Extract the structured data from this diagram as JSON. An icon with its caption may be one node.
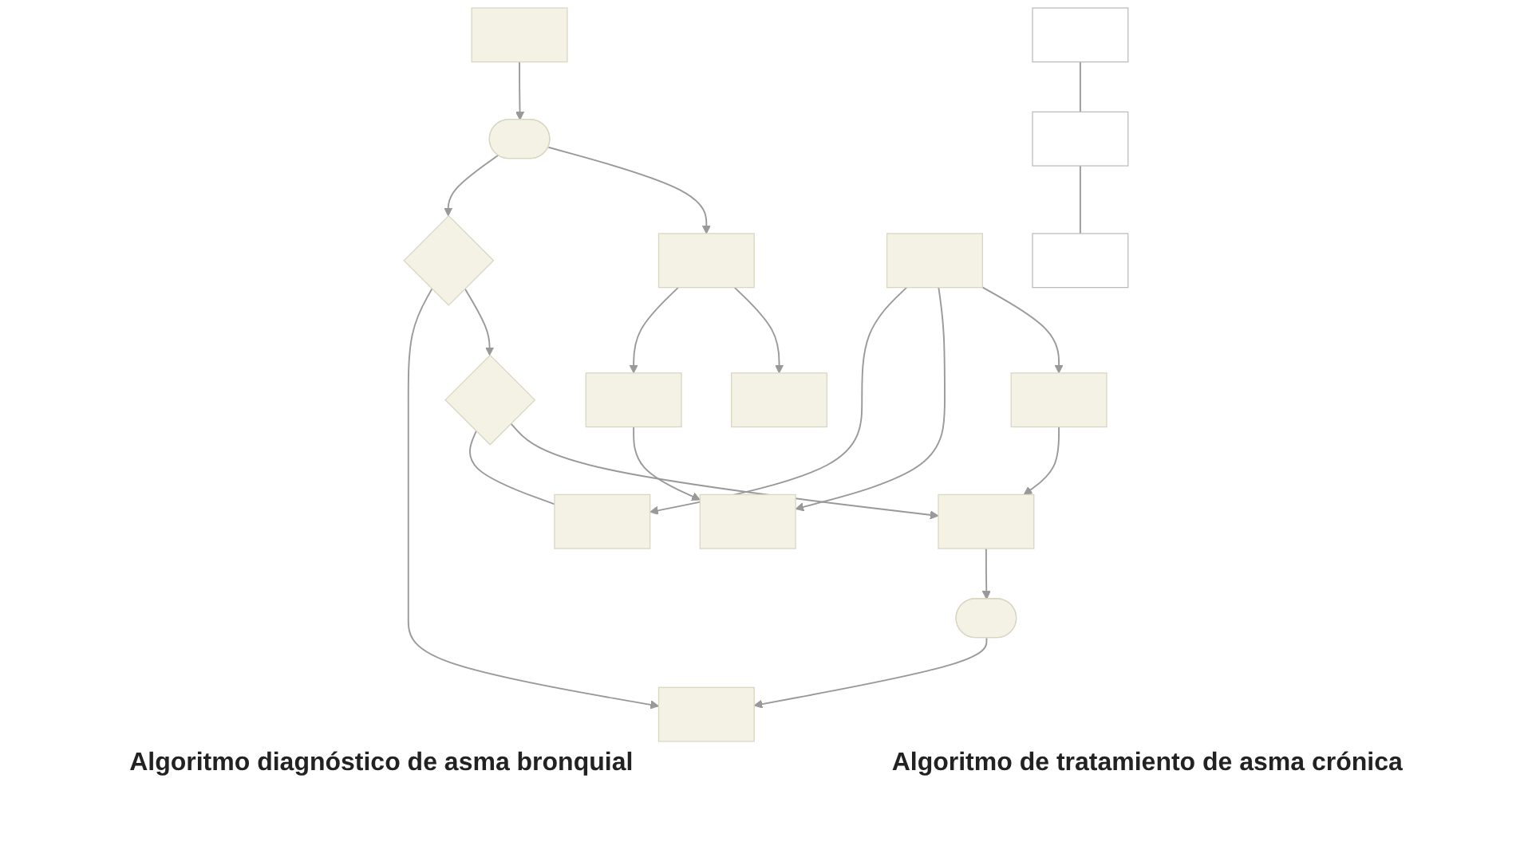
{
  "diagram": {
    "nodes": [
      {
        "text": [],
        "shape": "box"
      },
      {
        "text": [],
        "shape": "ellipse"
      },
      {
        "text": [],
        "shape": "diamond"
      },
      {
        "text": [],
        "shape": "box"
      },
      {
        "text": [],
        "shape": "box"
      },
      {
        "text": [],
        "shape": "diamond"
      },
      {
        "text": [],
        "shape": "box"
      },
      {
        "text": [],
        "shape": "box"
      },
      {
        "text": [],
        "shape": "box"
      },
      {
        "text": [],
        "shape": "ellipse"
      },
      {
        "text": [],
        "shape": "box"
      },
      {
        "text": [],
        "shape": "box"
      },
      {
        "text": [],
        "shape": "box"
      },
      {
        "text": [],
        "shape": "box"
      },
      {
        "text": [],
        "shape": "box"
      },
      {
        "text": [],
        "shape": "box"
      },
      {
        "text": [],
        "shape": "box"
      }
    ],
    "edges": [
      {
        "from": 0,
        "to": 1,
        "arrow": "to"
      },
      {
        "from": 1,
        "to": 2,
        "arrow": "to"
      },
      {
        "from": 1,
        "to": 3,
        "arrow": "to"
      },
      {
        "from": 2,
        "to": 4,
        "arrow": "to"
      },
      {
        "from": 2,
        "to": 5,
        "arrow": "to"
      },
      {
        "from": 3,
        "to": 6,
        "arrow": "to"
      },
      {
        "from": 6,
        "to": 8,
        "arrow": "to"
      },
      {
        "from": 5,
        "to": 7,
        "arrow": "none"
      },
      {
        "from": 12,
        "to": 7,
        "arrow": "to"
      },
      {
        "from": 12,
        "to": 8,
        "arrow": "to"
      },
      {
        "from": 5,
        "to": 10,
        "arrow": "to"
      },
      {
        "from": 11,
        "to": 10,
        "arrow": "to"
      },
      {
        "from": 10,
        "to": 9,
        "arrow": "to"
      },
      {
        "from": 9,
        "to": 4,
        "arrow": "to"
      },
      {
        "from": 12,
        "to": 11,
        "arrow": "to"
      },
      {
        "from": 3,
        "to": 13,
        "arrow": "to"
      },
      {
        "from": 14,
        "to": 15,
        "arrow": "none"
      },
      {
        "from": 15,
        "to": 16,
        "arrow": "none"
      }
    ],
    "labels": [
      "Algoritmo diagnóstico de asma bronquial",
      "Algoritmo de tratamiento de asma crónica"
    ]
  }
}
